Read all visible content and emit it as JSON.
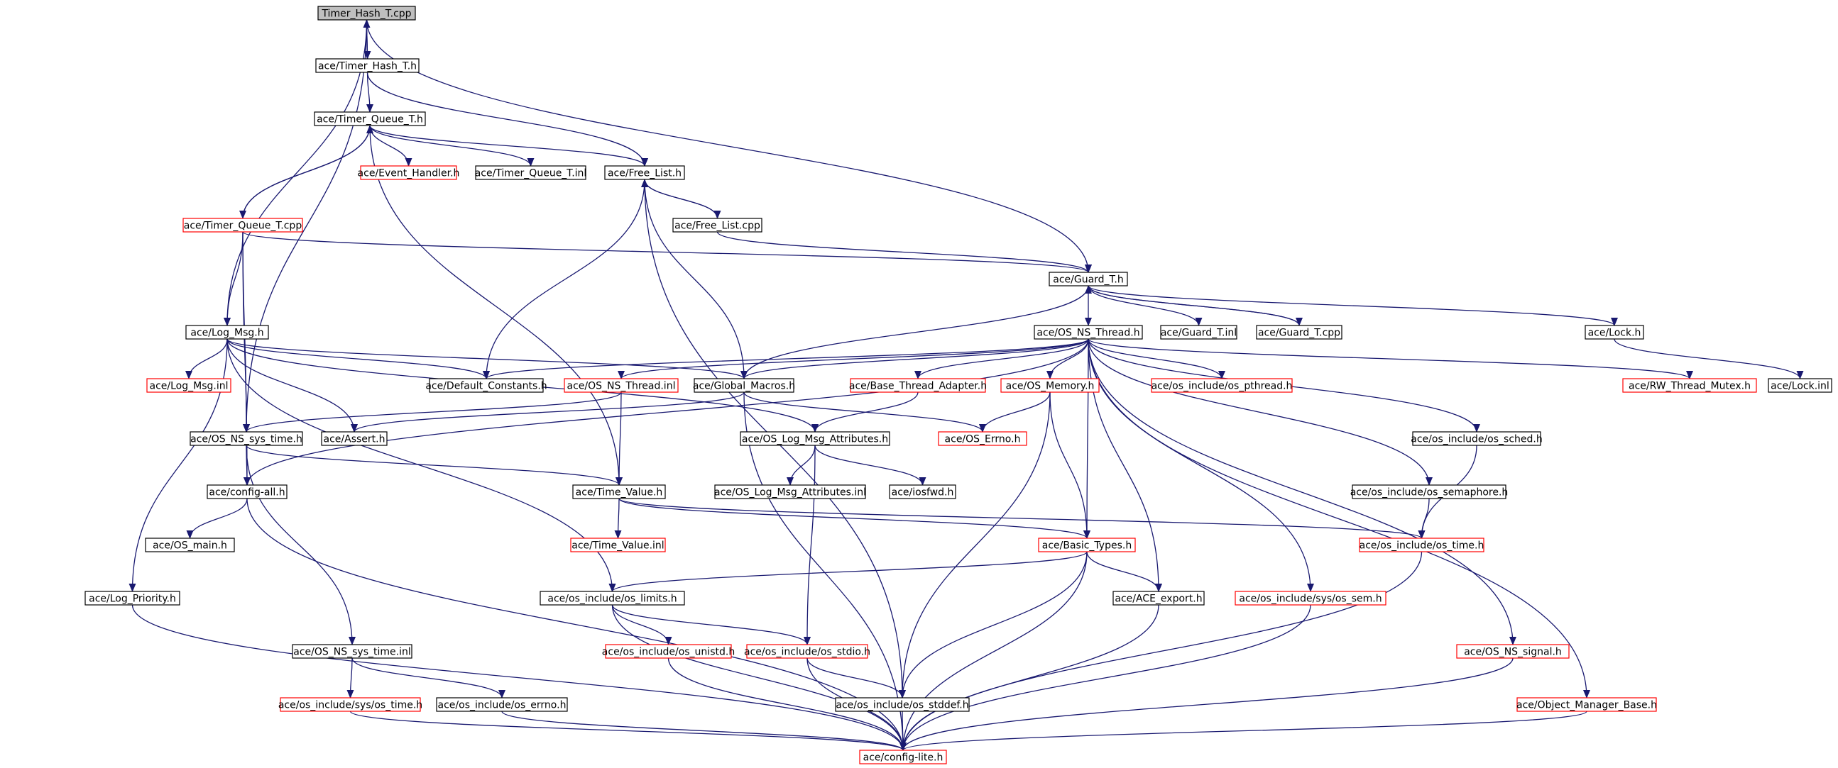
{
  "colors": {
    "edge": "#191970",
    "missing_border": "#ff0000",
    "root_fill": "#bfbfbf"
  },
  "nodes": {
    "timer_hash_t_cpp": "Timer_Hash_T.cpp",
    "timer_hash_t_h": "ace/Timer_Hash_T.h",
    "timer_queue_t_h": "ace/Timer_Queue_T.h",
    "event_handler_h": "ace/Event_Handler.h",
    "timer_queue_t_inl": "ace/Timer_Queue_T.inl",
    "free_list_h": "ace/Free_List.h",
    "timer_queue_t_cpp": "ace/Timer_Queue_T.cpp",
    "free_list_cpp": "ace/Free_List.cpp",
    "guard_t_h": "ace/Guard_T.h",
    "log_msg_h": "ace/Log_Msg.h",
    "os_ns_thread_h": "ace/OS_NS_Thread.h",
    "guard_t_inl": "ace/Guard_T.inl",
    "guard_t_cpp": "ace/Guard_T.cpp",
    "lock_h": "ace/Lock.h",
    "log_msg_inl": "ace/Log_Msg.inl",
    "default_constants_h": "ace/Default_Constants.h",
    "os_ns_thread_inl": "ace/OS_NS_Thread.inl",
    "global_macros_h": "ace/Global_Macros.h",
    "base_thread_adapter_h": "ace/Base_Thread_Adapter.h",
    "os_memory_h": "ace/OS_Memory.h",
    "os_pthread_h": "ace/os_include/os_pthread.h",
    "rw_thread_mutex_h": "ace/RW_Thread_Mutex.h",
    "lock_inl": "ace/Lock.inl",
    "os_ns_sys_time_h": "ace/OS_NS_sys_time.h",
    "assert_h": "ace/Assert.h",
    "os_log_msg_attributes_h": "ace/OS_Log_Msg_Attributes.h",
    "os_errno_h": "ace/OS_Errno.h",
    "os_sched_h": "ace/os_include/os_sched.h",
    "config_all_h": "ace/config-all.h",
    "time_value_h": "ace/Time_Value.h",
    "os_log_msg_attributes_inl": "ace/OS_Log_Msg_Attributes.inl",
    "iosfwd_h": "ace/iosfwd.h",
    "os_semaphore_h": "ace/os_include/os_semaphore.h",
    "os_main_h": "ace/OS_main.h",
    "time_value_inl": "ace/Time_Value.inl",
    "basic_types_h": "ace/Basic_Types.h",
    "os_time_h": "ace/os_include/os_time.h",
    "log_priority_h": "ace/Log_Priority.h",
    "os_limits_h": "ace/os_include/os_limits.h",
    "ace_export_h": "ace/ACE_export.h",
    "sys_os_sem_h": "ace/os_include/sys/os_sem.h",
    "os_ns_sys_time_inl": "ace/OS_NS_sys_time.inl",
    "os_unistd_h": "ace/os_include/os_unistd.h",
    "os_stdio_h": "ace/os_include/os_stdio.h",
    "os_ns_signal_h": "ace/OS_NS_signal.h",
    "sys_os_time_h": "ace/os_include/sys/os_time.h",
    "os_errno_inc_h": "ace/os_include/os_errno.h",
    "os_stddef_h": "ace/os_include/os_stddef.h",
    "object_manager_base_h": "ace/Object_Manager_Base.h",
    "config_lite_h": "ace/config-lite.h"
  }
}
